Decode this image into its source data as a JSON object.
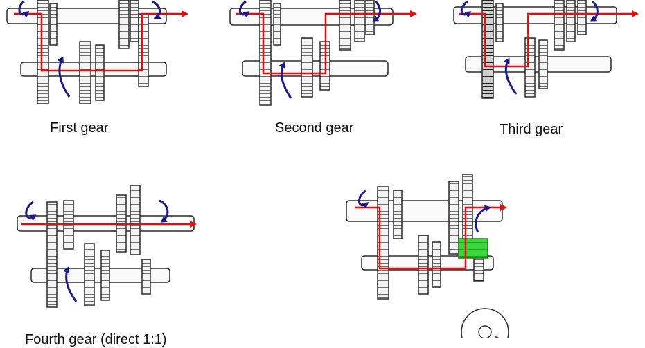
{
  "labels": {
    "first": "First gear",
    "second": "Second gear",
    "third": "Third gear",
    "fourth": "Fourth gear (direct 1:1)"
  },
  "colors": {
    "power_flow": "#e01010",
    "rotation_arrow": "#1a1a8c",
    "gear_outline": "#2a2a2a",
    "gear_fill": "#f2f2f2",
    "selected_gear": "#2fd12f"
  }
}
